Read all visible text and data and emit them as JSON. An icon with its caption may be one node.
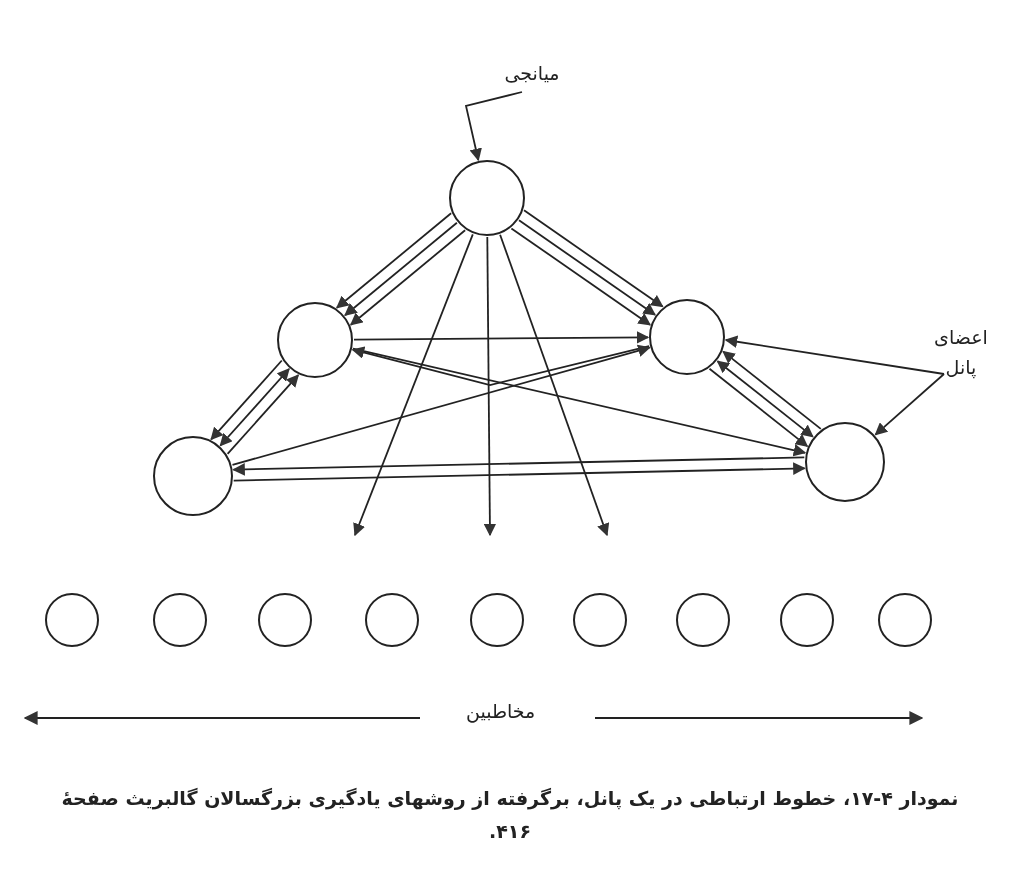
{
  "diagram": {
    "caption": "نمودار ۴-۱۷، خطوط ارتباطی در یک پانل، برگرفته از روشهای یادگیری بزرگسالان گالبریث صفحهٔ ۴۱۶.",
    "nodes": [
      {
        "text": [
          "میانجی"
        ]
      },
      {
        "text": [],
        "shape": "circle"
      },
      {
        "text": [],
        "shape": "circle"
      },
      {
        "text": [],
        "shape": "circle"
      },
      {
        "text": [],
        "shape": "circle"
      },
      {
        "text": [],
        "shape": "circle"
      },
      {
        "text": [
          "اعضای پانل"
        ]
      },
      {
        "text": [],
        "shape": "circle"
      },
      {
        "text": [],
        "shape": "circle"
      },
      {
        "text": [],
        "shape": "circle"
      },
      {
        "text": [],
        "shape": "circle"
      },
      {
        "text": [],
        "shape": "circle"
      },
      {
        "text": [],
        "shape": "circle"
      },
      {
        "text": [],
        "shape": "circle"
      },
      {
        "text": [],
        "shape": "circle"
      },
      {
        "text": [],
        "shape": "circle"
      }
    ],
    "edges": [
      {
        "from": 0,
        "to": 1,
        "arrow": "to"
      },
      {
        "from": 1,
        "to": 2,
        "arrow": "to"
      },
      {
        "from": 1,
        "to": 2,
        "arrow": "to"
      },
      {
        "from": 1,
        "to": 2,
        "arrow": "to"
      },
      {
        "from": 1,
        "to": 3,
        "arrow": "to"
      },
      {
        "from": 1,
        "to": 3,
        "arrow": "to"
      },
      {
        "from": 1,
        "to": 3,
        "arrow": "to"
      },
      {
        "from": 1,
        "to": null,
        "arrow": "to"
      },
      {
        "from": 1,
        "to": null,
        "arrow": "to"
      },
      {
        "from": 1,
        "to": null,
        "arrow": "to"
      },
      {
        "from": 2,
        "to": 3,
        "arrow": "to"
      },
      {
        "from": 2,
        "to": 5,
        "arrow": "to"
      },
      {
        "from": 3,
        "to": 2,
        "arrow": "to"
      },
      {
        "from": 4,
        "to": 3,
        "arrow": "to"
      },
      {
        "from": 4,
        "to": 2,
        "arrow": "to"
      },
      {
        "from": 4,
        "to": 2,
        "arrow": "both"
      },
      {
        "from": 2,
        "to": 4,
        "arrow": "to"
      },
      {
        "from": 5,
        "to": 3,
        "arrow": "to"
      },
      {
        "from": 3,
        "to": 5,
        "arrow": "both"
      },
      {
        "from": 3,
        "to": 5,
        "arrow": "to"
      },
      {
        "from": 5,
        "to": 4,
        "arrow": "to"
      },
      {
        "from": 4,
        "to": 5,
        "arrow": "to"
      },
      {
        "from": 6,
        "to": 3,
        "arrow": "to"
      },
      {
        "from": 6,
        "to": 5,
        "arrow": "to"
      }
    ],
    "labels": [
      "مخاطبین"
    ]
  }
}
